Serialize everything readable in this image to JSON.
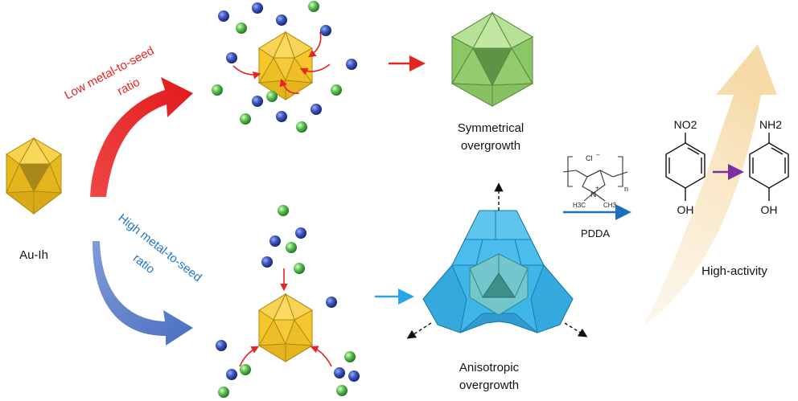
{
  "labels": {
    "seed": "Au-Ih",
    "low_ratio_line1": "Low metal-to-seed",
    "low_ratio_line2": "ratio",
    "high_ratio_line1": "High metal-to-seed",
    "high_ratio_line2": "ratio",
    "symmetrical_line1": "Symmetrical",
    "symmetrical_line2": "overgrowth",
    "anisotropic_line1": "Anisotropic",
    "anisotropic_line2": "overgrowth",
    "polymer": "PDDA",
    "polymer_counterion": "Cl",
    "polymer_charge": "–",
    "polymer_repeat": "n",
    "polymer_nitrogen": "N",
    "polymer_plus": "+",
    "polymer_methyl_left": "H3C",
    "polymer_methyl_right": "CH3",
    "reactant_group": "NO2",
    "reactant_hydroxyl": "OH",
    "product_group": "NH2",
    "product_hydroxyl": "OH",
    "activity": "High-activity"
  },
  "colors": {
    "gold": "#F2C42C",
    "gold_dark": "#C9A017",
    "green_shell": "#9ED27A",
    "blue_shell": "#3FB6E8",
    "low_ratio_red": "#E52521",
    "high_ratio_blue": "#1F78C8",
    "metal_blue_atom": "#2B3F9E",
    "metal_green_atom": "#35A83A",
    "pdda_arrow": "#1F6FBF",
    "reduction_arrow": "#7B2FA0",
    "activity_arrow": "#F7E3BE"
  }
}
